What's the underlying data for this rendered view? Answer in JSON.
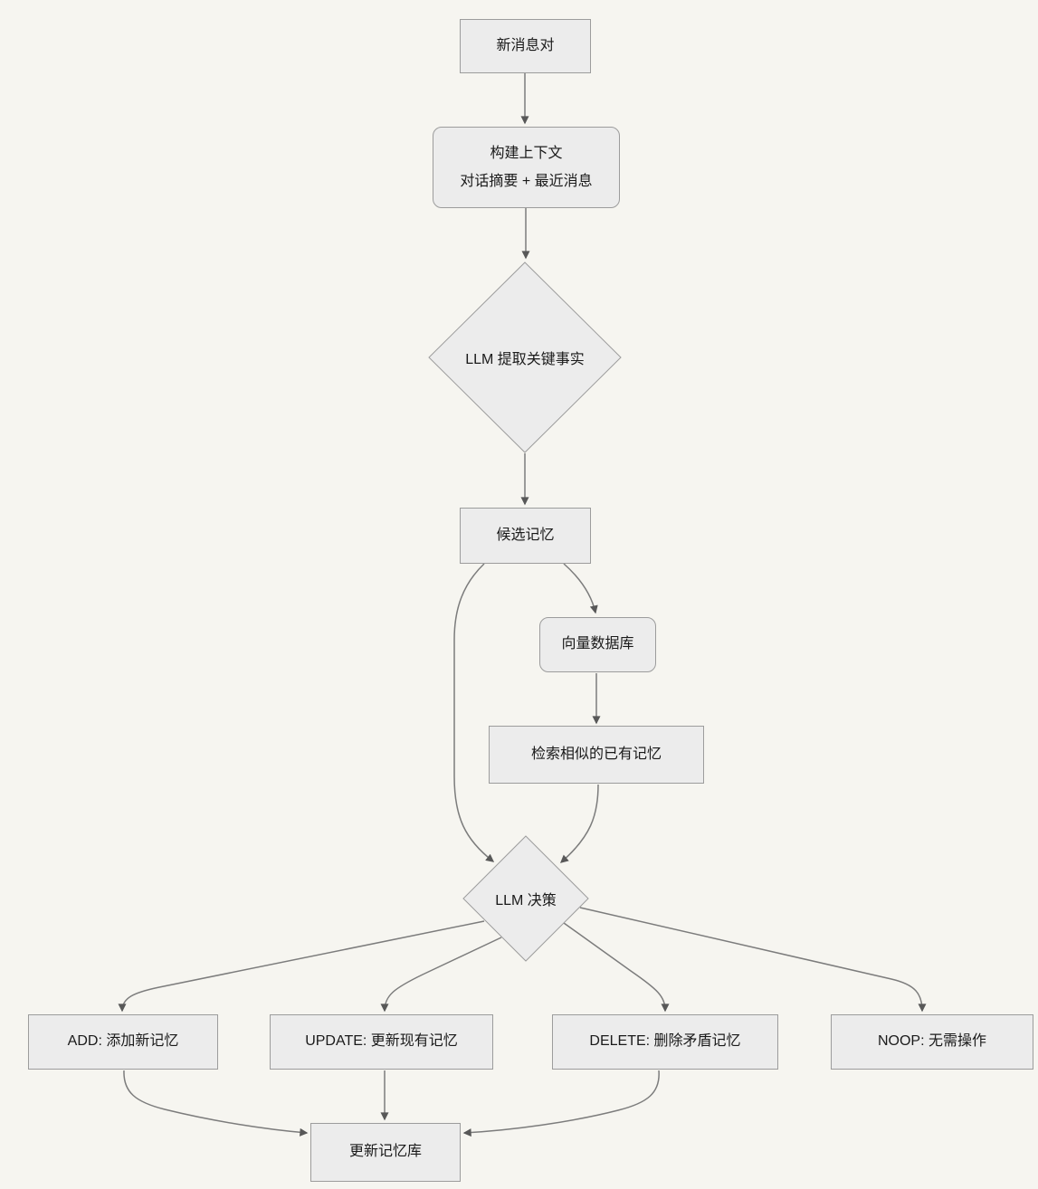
{
  "diagram": {
    "type": "flowchart",
    "direction": "top-down",
    "colors": {
      "background": "#f6f5f0",
      "node_fill": "#ececec",
      "node_border": "#9c9c9c",
      "edge_line": "#7c7c7c",
      "arrowhead": "#585858",
      "text": "#1a1a1a"
    },
    "nodes": {
      "msg_pair": {
        "shape": "rect",
        "label": "新消息对"
      },
      "build_context": {
        "shape": "rounded",
        "line1": "构建上下文",
        "line2": "对话摘要 + 最近消息"
      },
      "extract_facts": {
        "shape": "diamond",
        "label": "LLM 提取关键事实"
      },
      "candidate_memory": {
        "shape": "rect",
        "label": "候选记忆"
      },
      "vector_db": {
        "shape": "rounded",
        "label": "向量数据库"
      },
      "retrieve_similar": {
        "shape": "rect",
        "label": "检索相似的已有记忆"
      },
      "llm_decision": {
        "shape": "diamond",
        "label": "LLM 决策"
      },
      "op_add": {
        "shape": "rect",
        "label": "ADD: 添加新记忆"
      },
      "op_update": {
        "shape": "rect",
        "label": "UPDATE: 更新现有记忆"
      },
      "op_delete": {
        "shape": "rect",
        "label": "DELETE: 删除矛盾记忆"
      },
      "op_noop": {
        "shape": "rect",
        "label": "NOOP: 无需操作"
      },
      "update_store": {
        "shape": "rect",
        "label": "更新记忆库"
      }
    },
    "edges": [
      {
        "from": "msg_pair",
        "to": "build_context"
      },
      {
        "from": "build_context",
        "to": "extract_facts"
      },
      {
        "from": "extract_facts",
        "to": "candidate_memory"
      },
      {
        "from": "candidate_memory",
        "to": "llm_decision"
      },
      {
        "from": "candidate_memory",
        "to": "vector_db"
      },
      {
        "from": "vector_db",
        "to": "retrieve_similar"
      },
      {
        "from": "retrieve_similar",
        "to": "llm_decision"
      },
      {
        "from": "llm_decision",
        "to": "op_add"
      },
      {
        "from": "llm_decision",
        "to": "op_update"
      },
      {
        "from": "llm_decision",
        "to": "op_delete"
      },
      {
        "from": "llm_decision",
        "to": "op_noop"
      },
      {
        "from": "op_add",
        "to": "update_store"
      },
      {
        "from": "op_update",
        "to": "update_store"
      },
      {
        "from": "op_delete",
        "to": "update_store"
      }
    ]
  }
}
